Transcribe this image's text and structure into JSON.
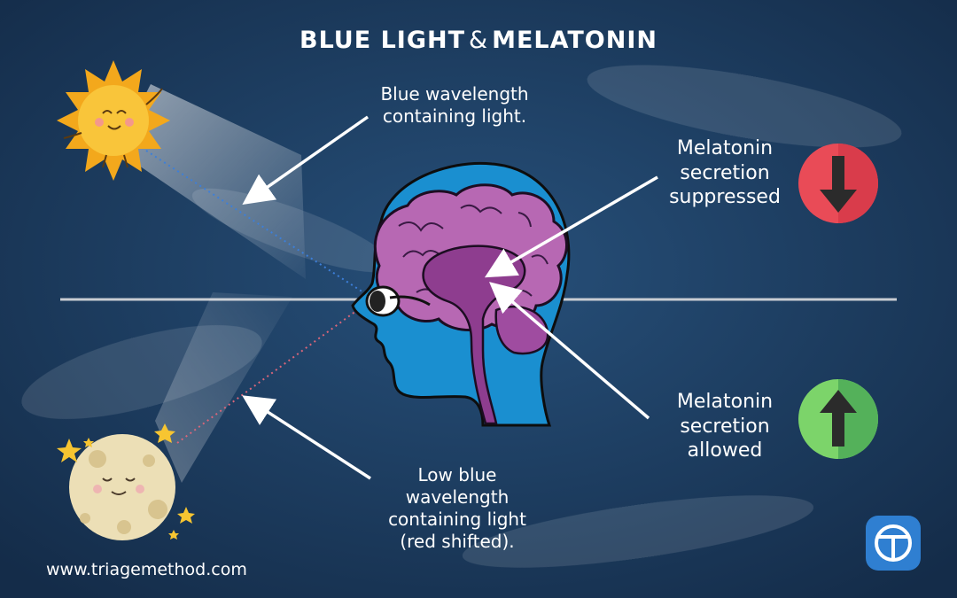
{
  "title": {
    "part1": "BLUE LIGHT",
    "amp": "&",
    "part2": "MELATONIN"
  },
  "labels": {
    "blue_light": [
      "Blue wavelength",
      "containing light."
    ],
    "low_blue_light": [
      "Low blue",
      "wavelength",
      "containing light",
      "(red shifted)."
    ],
    "melatonin_suppressed": [
      "Melatonin",
      "secretion",
      "suppressed"
    ],
    "melatonin_allowed": [
      "Melatonin",
      "secretion",
      "allowed"
    ]
  },
  "footer": {
    "url": "www.triagemethod.com"
  },
  "colors": {
    "background": "#1c3a5e",
    "brain": "#b768b3",
    "head": "#1a8fd0",
    "down_badge": "#e94b57",
    "up_badge": "#5fbf6a",
    "sun": "#f9c53a",
    "moon": "#ecdfb6"
  },
  "icons": {
    "sun": "smiling-sun-icon",
    "moon": "smiling-moon-icon",
    "down": "arrow-down-icon",
    "up": "arrow-up-icon",
    "logo": "triage-method-logo-icon"
  }
}
